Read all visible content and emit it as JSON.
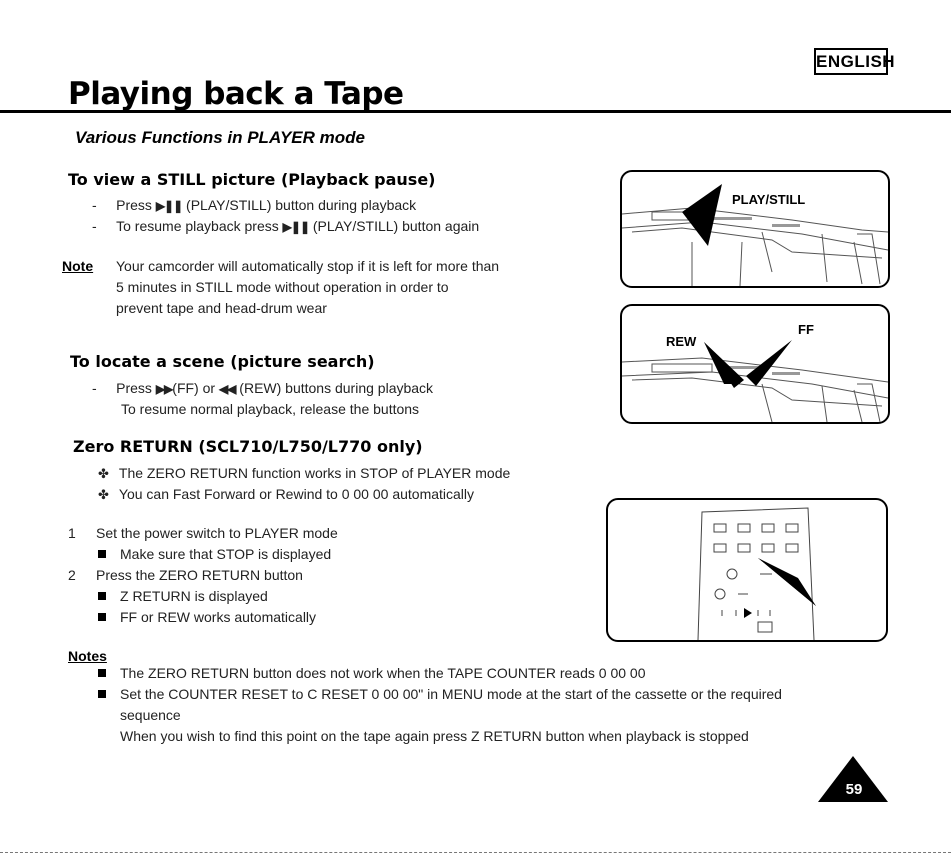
{
  "header": {
    "language": "ENGLISH",
    "title": "Playing back a Tape"
  },
  "section": {
    "title": "Various Functions in PLAYER mode"
  },
  "still": {
    "heading": "To view a STILL picture (Playback pause)",
    "line1_pre": "Press",
    "line1_glyph": "▶❚❚",
    "line1_post": "(PLAY/STILL) button during playback",
    "line2_pre": "To resume playback press",
    "line2_glyph": "▶❚❚",
    "line2_post": "(PLAY/STILL) button again"
  },
  "note1": {
    "label": "Note",
    "line1": "Your camcorder will automatically stop if it is left for more than",
    "line2": "5 minutes in STILL mode without operation in order to",
    "line3": "prevent tape and head-drum wear"
  },
  "search": {
    "heading": "To locate a scene (picture search)",
    "line1_pre": "Press",
    "ff_glyph": "▶▶",
    "line1_mid": "(FF) or",
    "rew_glyph": "◀◀",
    "line1_post": "(REW) buttons during playback",
    "line2": "To resume normal playback, release the buttons"
  },
  "zero": {
    "heading": "Zero RETURN (SCL710/L750/L770 only)",
    "bullet1": "The ZERO RETURN function works in STOP of PLAYER mode",
    "bullet2": "You can Fast Forward or Rewind to 0 00 00 automatically",
    "step1_num": "1",
    "step1": "Set the power switch to PLAYER mode",
    "step1_sub": "Make sure that STOP is displayed",
    "step2_num": "2",
    "step2": "Press the ZERO RETURN button",
    "step2_sub1": "Z RETURN is displayed",
    "step2_sub2": "FF or REW works automatically"
  },
  "notes": {
    "label": "Notes",
    "item1": "The ZERO RETURN button does not work when the TAPE COUNTER reads 0 00 00",
    "item2": "Set the COUNTER RESET to  C RESET 0 00 00\" in MENU mode at the start of the cassette or the required",
    "item2_cont": "sequence",
    "item3": "When you wish to find this point on the tape again  press Z RETURN button when playback is stopped"
  },
  "figures": {
    "fig1_label": "PLAY/STILL",
    "fig2_label_left": "REW",
    "fig2_label_right": "FF"
  },
  "page_number": "59"
}
